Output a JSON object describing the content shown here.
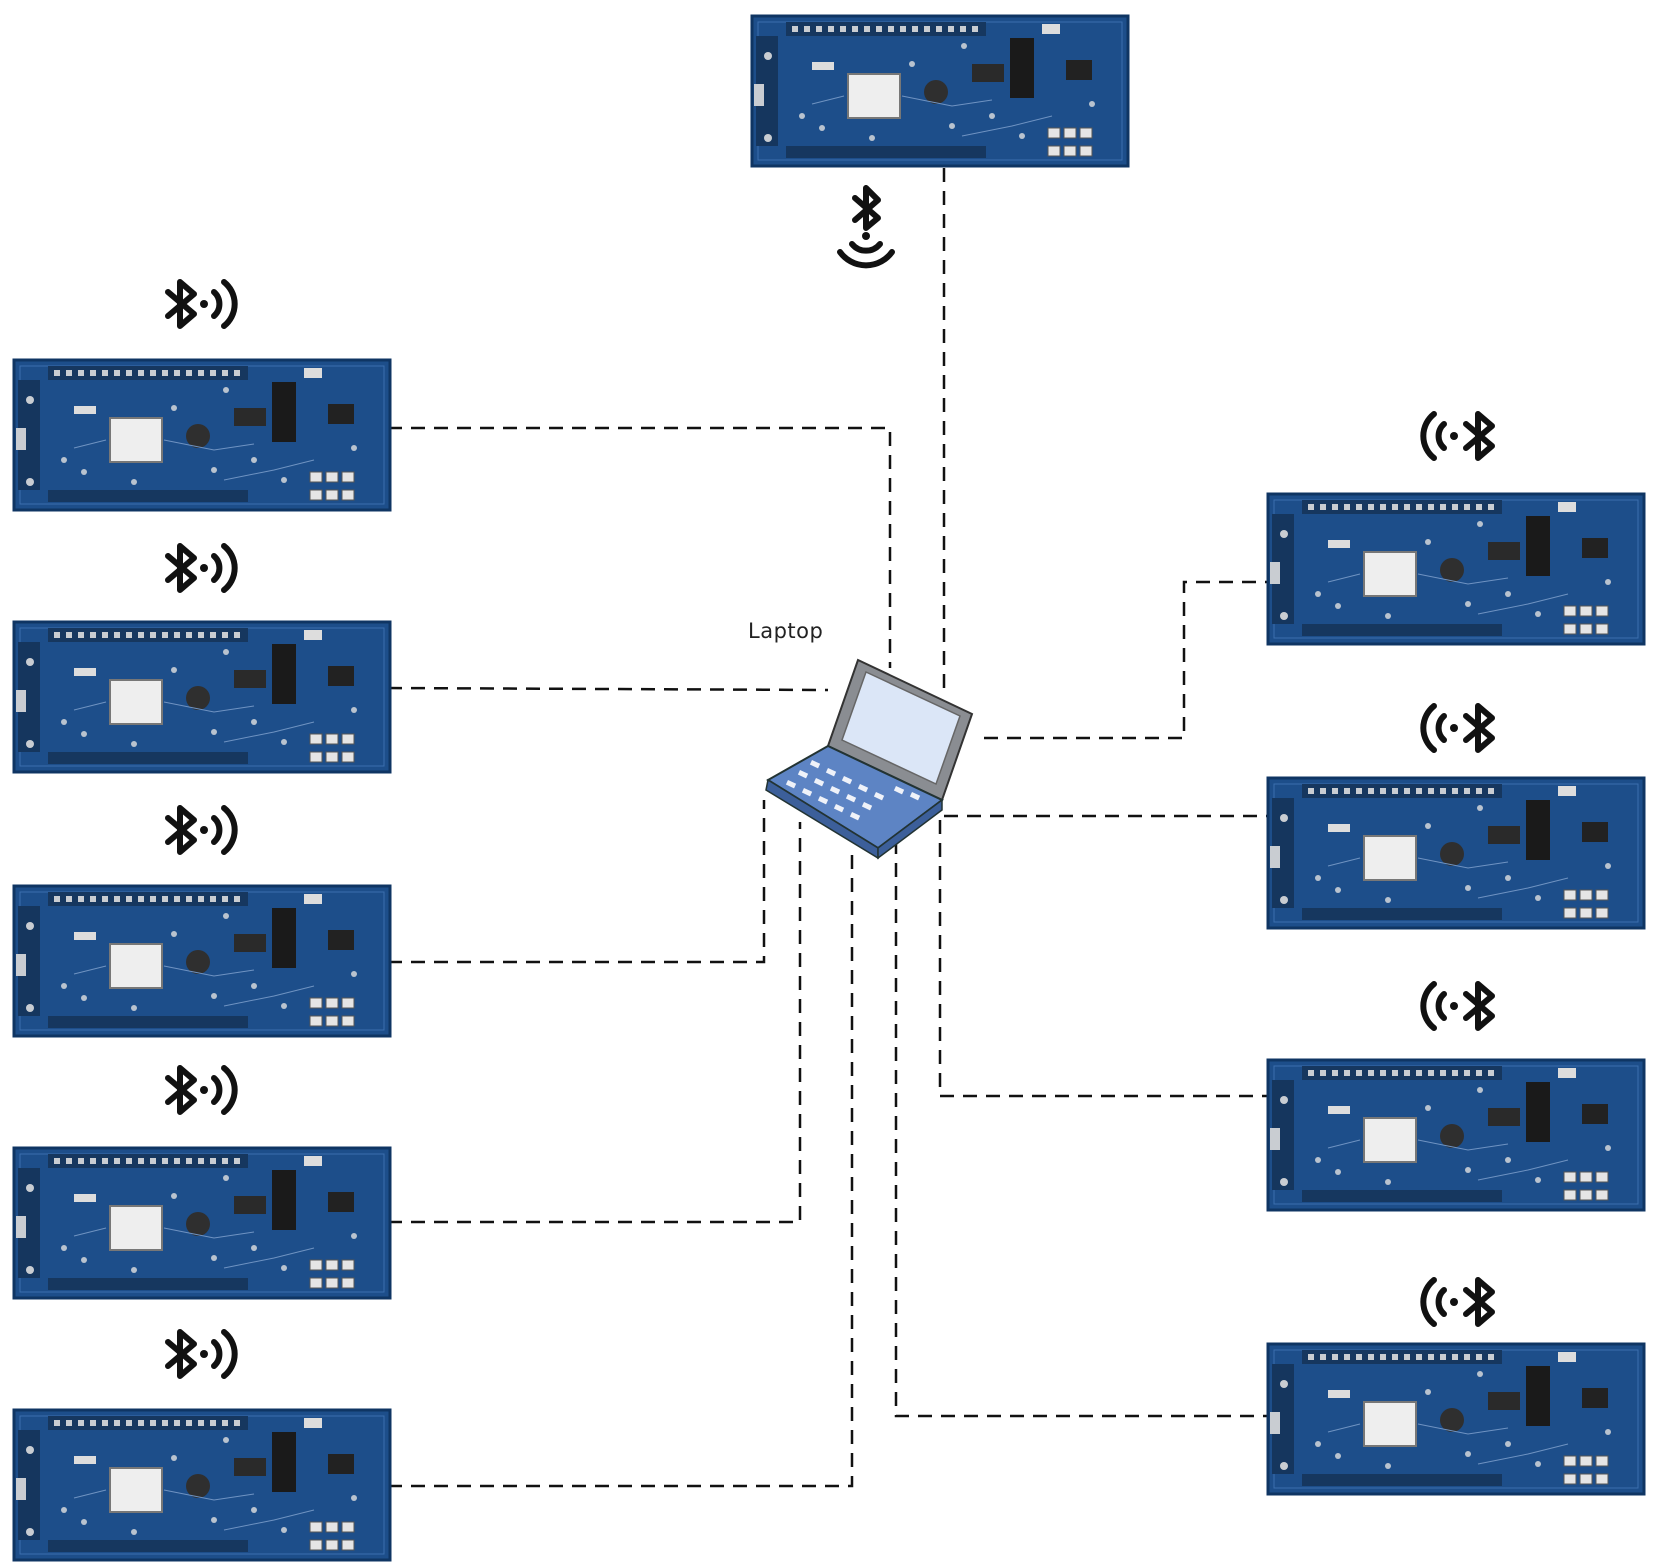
{
  "diagram": {
    "laptop": {
      "label": "Laptop",
      "icon": "laptop-icon"
    },
    "devices": [
      {
        "id": "dev-top",
        "icon": "bluetooth-signal-icon"
      },
      {
        "id": "dev-left-1",
        "icon": "bluetooth-signal-icon"
      },
      {
        "id": "dev-left-2",
        "icon": "bluetooth-signal-icon"
      },
      {
        "id": "dev-left-3",
        "icon": "bluetooth-signal-icon"
      },
      {
        "id": "dev-left-4",
        "icon": "bluetooth-signal-icon"
      },
      {
        "id": "dev-left-5",
        "icon": "bluetooth-signal-icon"
      },
      {
        "id": "dev-right-1",
        "icon": "bluetooth-signal-icon"
      },
      {
        "id": "dev-right-2",
        "icon": "bluetooth-signal-icon"
      },
      {
        "id": "dev-right-3",
        "icon": "bluetooth-signal-icon"
      },
      {
        "id": "dev-right-4",
        "icon": "bluetooth-signal-icon"
      }
    ],
    "connection_style": "dashed",
    "colors": {
      "board": "#1e4f8c",
      "board_dark": "#123866",
      "line": "#111111"
    }
  }
}
